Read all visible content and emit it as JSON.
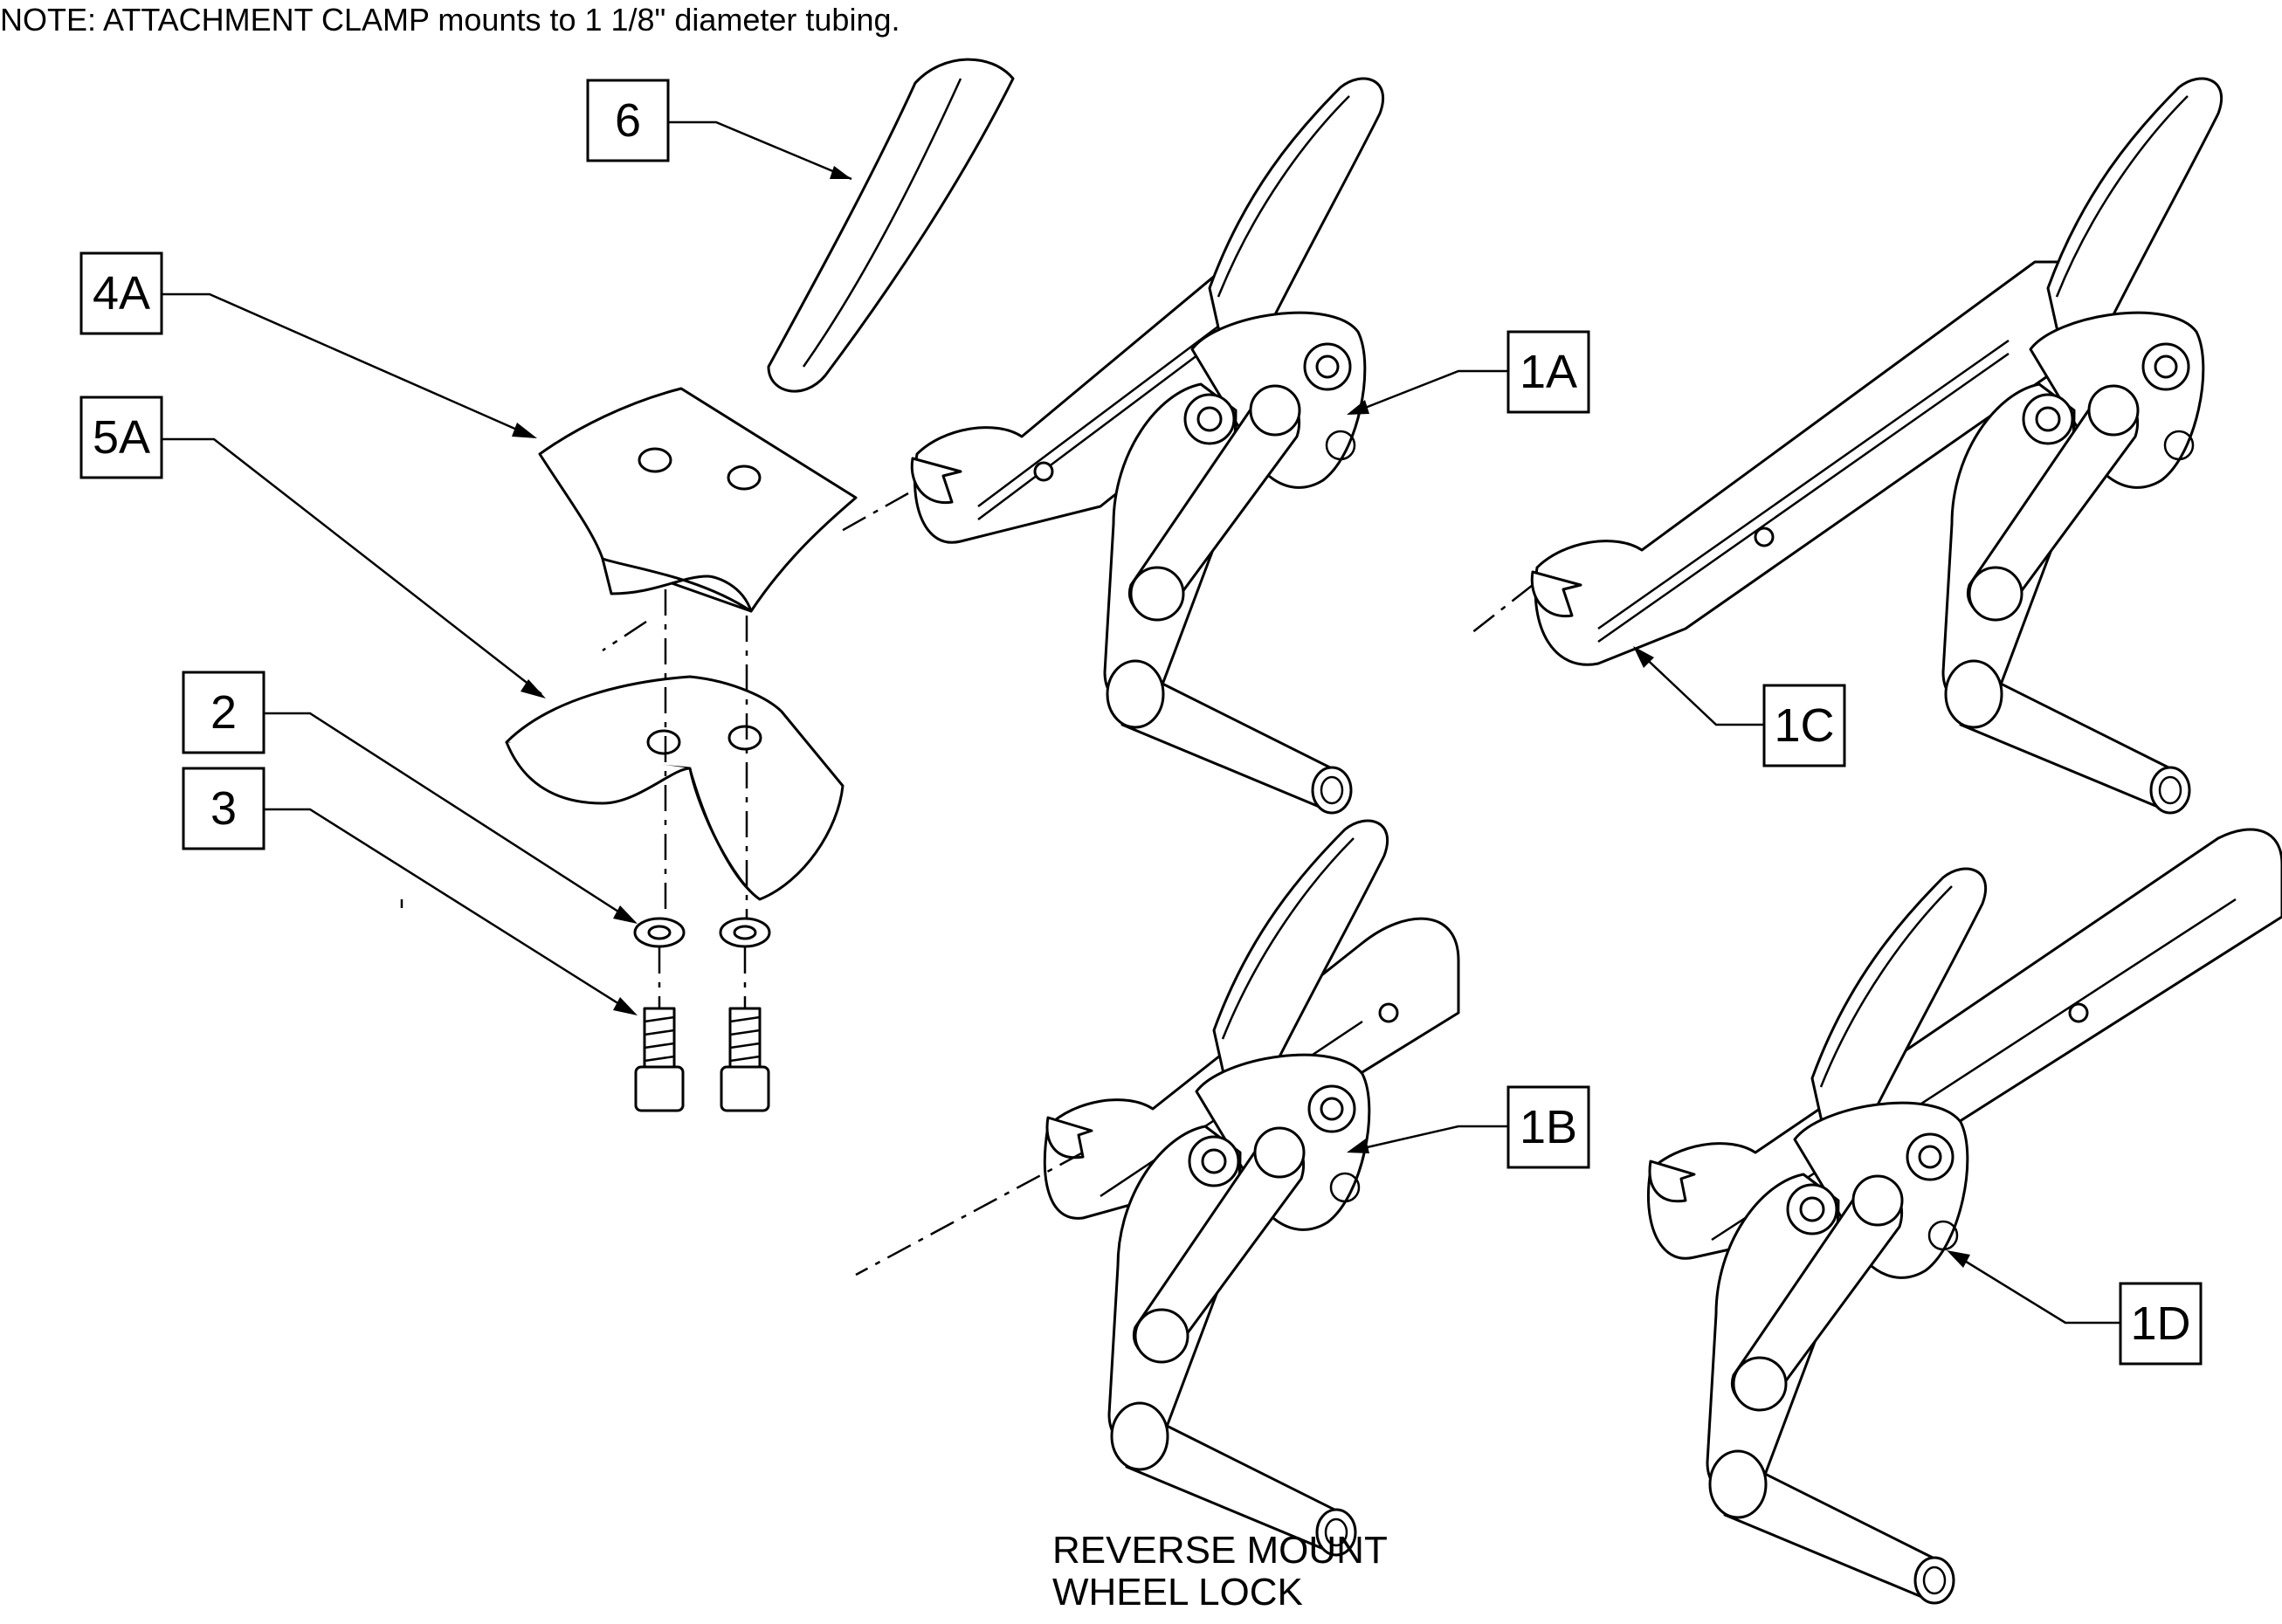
{
  "note": "NOTE: ATTACHMENT CLAMP mounts to 1 1/8\" diameter tubing.",
  "caption": {
    "line1": "REVERSE MOUNT",
    "line2": "WHEEL LOCK"
  },
  "callouts": {
    "c6": "6",
    "c4A": "4A",
    "c5A": "5A",
    "c2": "2",
    "c3": "3",
    "c1A": "1A",
    "c1B": "1B",
    "c1C": "1C",
    "c1D": "1D"
  },
  "colors": {
    "line": "#000000",
    "fill": "#ffffff"
  }
}
